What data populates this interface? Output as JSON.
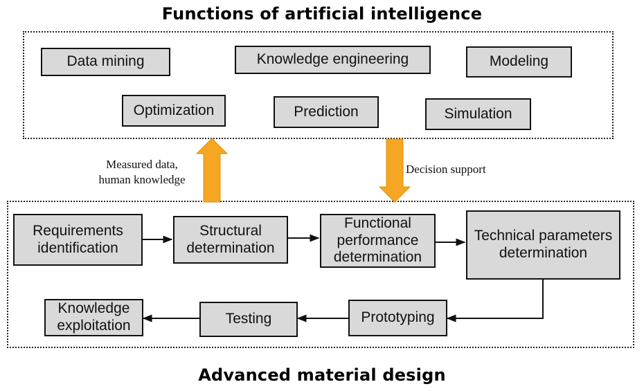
{
  "top": {
    "title": "Functions of artificial intelligence",
    "functions": [
      "Data mining",
      "Knowledge engineering",
      "Modeling",
      "Optimization",
      "Prediction",
      "Simulation"
    ]
  },
  "bottom": {
    "title": "Advanced material design",
    "steps": {
      "requirements": "Requirements identification",
      "structural": "Structural determination",
      "functional": "Functional performance determination",
      "technical": "Technical parameters determination",
      "prototyping": "Prototyping",
      "testing": "Testing",
      "knowledge": "Knowledge exploitation"
    }
  },
  "arrows": {
    "up_label_line1": "Measured data,",
    "up_label_line2": "human knowledge",
    "down_label": "Decision support"
  },
  "colors": {
    "arrow_fill": "#f5a623",
    "box_fill": "#d9d9d9"
  }
}
